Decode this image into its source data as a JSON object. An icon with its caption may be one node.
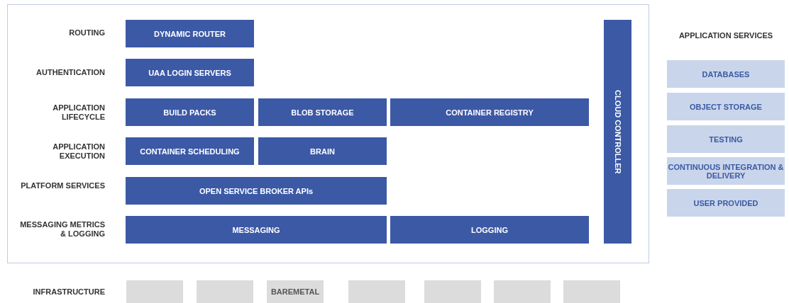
{
  "diagram": {
    "nodes": [
      {
        "text": [],
        "shape": "box"
      },
      {
        "text": [
          "DYNAMIC ROUTER"
        ],
        "in": 0
      },
      {
        "text": [
          "UAA LOGIN SERVERS"
        ],
        "in": 0
      },
      {
        "text": [
          "BUILD PACKS"
        ],
        "in": 0
      },
      {
        "text": [
          "BLOB STORAGE"
        ],
        "in": 0
      },
      {
        "text": [
          "CONTAINER REGISTRY"
        ],
        "in": 0
      },
      {
        "text": [
          "CONTAINER SCHEDULING"
        ],
        "in": 0
      },
      {
        "text": [
          "BRAIN"
        ],
        "in": 0
      },
      {
        "text": [
          "OPEN SERVICE BROKER APIs"
        ],
        "in": 0
      },
      {
        "text": [
          "MESSAGING"
        ],
        "in": 0
      },
      {
        "text": [
          "LOGGING"
        ],
        "in": 0
      },
      {
        "text": [
          "CLOUD CONTROLLER"
        ],
        "in": 0
      },
      {
        "text": [
          "DATABASES"
        ]
      },
      {
        "text": [
          "OBJECT STORAGE"
        ]
      },
      {
        "text": [
          "TESTING"
        ]
      },
      {
        "text": [
          "CONTINUOUS INTEGRATION & DELIVERY"
        ]
      },
      {
        "text": [
          "USER PROVIDED"
        ]
      },
      {
        "text": [],
        "shape": "box"
      },
      {
        "text": [],
        "shape": "box"
      },
      {
        "text": [
          "BAREMETAL"
        ]
      },
      {
        "text": [],
        "shape": "box"
      },
      {
        "text": [],
        "shape": "box"
      },
      {
        "text": [],
        "shape": "box"
      },
      {
        "text": [],
        "shape": "box"
      }
    ],
    "edges": [],
    "labels": [
      "ROUTING",
      "AUTHENTICATION",
      "APPLICATION LIFECYCLE",
      "APPLICATION EXECUTION",
      "PLATFORM SERVICES",
      "MESSAGING METRICS & LOGGING",
      "APPLICATION SERVICES",
      "INFRASTRUCTURE"
    ]
  }
}
